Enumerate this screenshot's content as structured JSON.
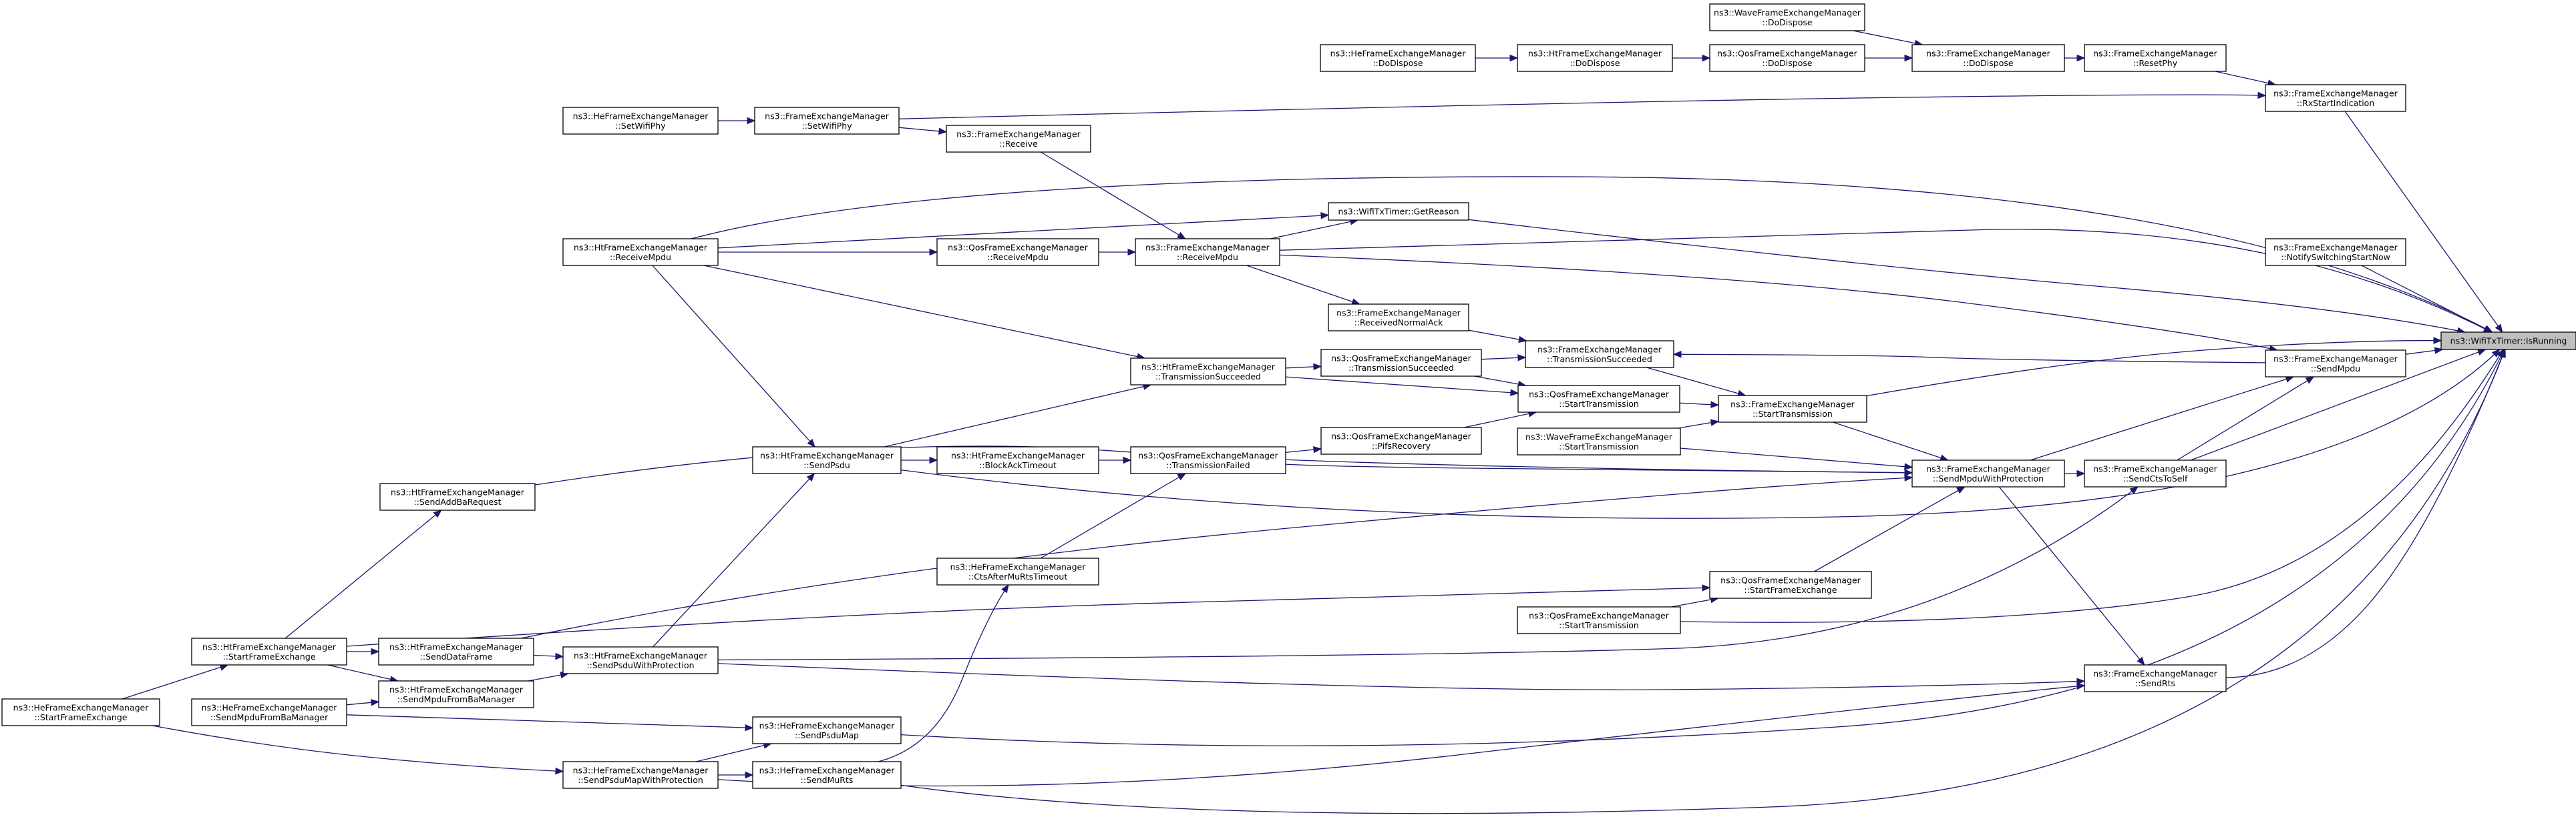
{
  "nodes": [
    {
      "id": "isrunning",
      "lines": [
        "ns3::WifiTxTimer::IsRunning"
      ],
      "root": true
    },
    {
      "id": "wave_dodispose",
      "lines": [
        "ns3::WaveFrameExchangeManager",
        "::DoDispose"
      ]
    },
    {
      "id": "he_dodispose",
      "lines": [
        "ns3::HeFrameExchangeManager",
        "::DoDispose"
      ]
    },
    {
      "id": "ht_dodispose",
      "lines": [
        "ns3::HtFrameExchangeManager",
        "::DoDispose"
      ]
    },
    {
      "id": "qos_dodispose",
      "lines": [
        "ns3::QosFrameExchangeManager",
        "::DoDispose"
      ]
    },
    {
      "id": "fem_dodispose",
      "lines": [
        "ns3::FrameExchangeManager",
        "::DoDispose"
      ]
    },
    {
      "id": "fem_resetphy",
      "lines": [
        "ns3::FrameExchangeManager",
        "::ResetPhy"
      ]
    },
    {
      "id": "fem_rxstart",
      "lines": [
        "ns3::FrameExchangeManager",
        "::RxStartIndication"
      ]
    },
    {
      "id": "he_setwifiphy",
      "lines": [
        "ns3::HeFrameExchangeManager",
        "::SetWifiPhy"
      ]
    },
    {
      "id": "fem_setwifiphy",
      "lines": [
        "ns3::FrameExchangeManager",
        "::SetWifiPhy"
      ]
    },
    {
      "id": "fem_receive",
      "lines": [
        "ns3::FrameExchangeManager",
        "::Receive"
      ]
    },
    {
      "id": "getreason",
      "lines": [
        "ns3::WifiTxTimer::GetReason"
      ]
    },
    {
      "id": "ht_receivempdu",
      "lines": [
        "ns3::HtFrameExchangeManager",
        "::ReceiveMpdu"
      ]
    },
    {
      "id": "qos_receivempdu",
      "lines": [
        "ns3::QosFrameExchangeManager",
        "::ReceiveMpdu"
      ]
    },
    {
      "id": "fem_receivempdu",
      "lines": [
        "ns3::FrameExchangeManager",
        "::ReceiveMpdu"
      ]
    },
    {
      "id": "fem_notifyswitch",
      "lines": [
        "ns3::FrameExchangeManager",
        "::NotifySwitchingStartNow"
      ]
    },
    {
      "id": "fem_rxnormalack",
      "lines": [
        "ns3::FrameExchangeManager",
        "::ReceivedNormalAck"
      ]
    },
    {
      "id": "fem_txsucceeded",
      "lines": [
        "ns3::FrameExchangeManager",
        "::TransmissionSucceeded"
      ]
    },
    {
      "id": "ht_txsucceeded",
      "lines": [
        "ns3::HtFrameExchangeManager",
        "::TransmissionSucceeded"
      ]
    },
    {
      "id": "qos_txsucceeded",
      "lines": [
        "ns3::QosFrameExchangeManager",
        "::TransmissionSucceeded"
      ]
    },
    {
      "id": "fem_sendmpdu",
      "lines": [
        "ns3::FrameExchangeManager",
        "::SendMpdu"
      ]
    },
    {
      "id": "qos_starttx1",
      "lines": [
        "ns3::QosFrameExchangeManager",
        "::StartTransmission"
      ]
    },
    {
      "id": "fem_starttx",
      "lines": [
        "ns3::FrameExchangeManager",
        "::StartTransmission"
      ]
    },
    {
      "id": "qos_pifs",
      "lines": [
        "ns3::QosFrameExchangeManager",
        "::PifsRecovery"
      ]
    },
    {
      "id": "wave_starttx",
      "lines": [
        "ns3::WaveFrameExchangeManager",
        "::StartTransmission"
      ]
    },
    {
      "id": "ht_sendpsdu",
      "lines": [
        "ns3::HtFrameExchangeManager",
        "::SendPsdu"
      ]
    },
    {
      "id": "ht_blockacktimeout",
      "lines": [
        "ns3::HtFrameExchangeManager",
        "::BlockAckTimeout"
      ]
    },
    {
      "id": "qos_txfailed",
      "lines": [
        "ns3::QosFrameExchangeManager",
        "::TransmissionFailed"
      ]
    },
    {
      "id": "fem_sendmpduwp",
      "lines": [
        "ns3::FrameExchangeManager",
        "::SendMpduWithProtection"
      ]
    },
    {
      "id": "fem_sendctstoself",
      "lines": [
        "ns3::FrameExchangeManager",
        "::SendCtsToSelf"
      ]
    },
    {
      "id": "ht_sendaddba",
      "lines": [
        "ns3::HtFrameExchangeManager",
        "::SendAddBaRequest"
      ]
    },
    {
      "id": "he_ctsaftermurts",
      "lines": [
        "ns3::HeFrameExchangeManager",
        "::CtsAfterMuRtsTimeout"
      ]
    },
    {
      "id": "qos_startfe",
      "lines": [
        "ns3::QosFrameExchangeManager",
        "::StartFrameExchange"
      ]
    },
    {
      "id": "qos_starttx2",
      "lines": [
        "ns3::QosFrameExchangeManager",
        "::StartTransmission"
      ]
    },
    {
      "id": "ht_startfe",
      "lines": [
        "ns3::HtFrameExchangeManager",
        "::StartFrameExchange"
      ]
    },
    {
      "id": "ht_senddataframe",
      "lines": [
        "ns3::HtFrameExchangeManager",
        "::SendDataFrame"
      ]
    },
    {
      "id": "ht_sendpsduwp",
      "lines": [
        "ns3::HtFrameExchangeManager",
        "::SendPsduWithProtection"
      ]
    },
    {
      "id": "ht_sendmpdufromba",
      "lines": [
        "ns3::HtFrameExchangeManager",
        "::SendMpduFromBaManager"
      ]
    },
    {
      "id": "fem_sendrts",
      "lines": [
        "ns3::FrameExchangeManager",
        "::SendRts"
      ]
    },
    {
      "id": "he_startfe",
      "lines": [
        "ns3::HeFrameExchangeManager",
        "::StartFrameExchange"
      ]
    },
    {
      "id": "he_sendmpdufromba",
      "lines": [
        "ns3::HeFrameExchangeManager",
        "::SendMpduFromBaManager"
      ]
    },
    {
      "id": "he_sendpsdumap",
      "lines": [
        "ns3::HeFrameExchangeManager",
        "::SendPsduMap"
      ]
    },
    {
      "id": "he_sendpsdumapwp",
      "lines": [
        "ns3::HeFrameExchangeManager",
        "::SendPsduMapWithProtection"
      ]
    },
    {
      "id": "he_sendmurts",
      "lines": [
        "ns3::HeFrameExchangeManager",
        "::SendMuRts"
      ]
    }
  ],
  "edges": [
    {
      "from": "wave_dodispose",
      "to": "fem_dodispose"
    },
    {
      "from": "he_dodispose",
      "to": "ht_dodispose"
    },
    {
      "from": "ht_dodispose",
      "to": "qos_dodispose"
    },
    {
      "from": "qos_dodispose",
      "to": "fem_dodispose"
    },
    {
      "from": "fem_dodispose",
      "to": "fem_resetphy"
    },
    {
      "from": "fem_resetphy",
      "to": "fem_rxstart"
    },
    {
      "from": "fem_rxstart",
      "to": "isrunning"
    },
    {
      "from": "he_setwifiphy",
      "to": "fem_setwifiphy"
    },
    {
      "from": "fem_setwifiphy",
      "to": "fem_rxstart"
    },
    {
      "from": "fem_setwifiphy",
      "to": "fem_receive"
    },
    {
      "from": "fem_receive",
      "to": "fem_receivempdu"
    },
    {
      "from": "ht_receivempdu",
      "to": "isrunning"
    },
    {
      "from": "ht_receivempdu",
      "to": "getreason"
    },
    {
      "from": "ht_receivempdu",
      "to": "qos_receivempdu"
    },
    {
      "from": "ht_receivempdu",
      "to": "ht_txsucceeded"
    },
    {
      "from": "ht_receivempdu",
      "to": "ht_sendpsdu"
    },
    {
      "from": "qos_receivempdu",
      "to": "fem_receivempdu"
    },
    {
      "from": "fem_receivempdu",
      "to": "getreason"
    },
    {
      "from": "fem_receivempdu",
      "to": "isrunning"
    },
    {
      "from": "fem_receivempdu",
      "to": "fem_sendmpdu"
    },
    {
      "from": "fem_receivempdu",
      "to": "fem_rxnormalack"
    },
    {
      "from": "getreason",
      "to": "isrunning"
    },
    {
      "from": "fem_notifyswitch",
      "to": "isrunning"
    },
    {
      "from": "fem_rxnormalack",
      "to": "fem_txsucceeded"
    },
    {
      "from": "ht_txsucceeded",
      "to": "qos_txsucceeded"
    },
    {
      "from": "ht_txsucceeded",
      "to": "qos_starttx1"
    },
    {
      "from": "qos_txsucceeded",
      "to": "fem_txsucceeded"
    },
    {
      "from": "qos_txsucceeded",
      "to": "qos_starttx1"
    },
    {
      "from": "fem_txsucceeded",
      "to": "fem_starttx"
    },
    {
      "from": "fem_sendmpdu",
      "to": "isrunning"
    },
    {
      "from": "fem_sendmpdu",
      "to": "fem_txsucceeded"
    },
    {
      "from": "qos_starttx1",
      "to": "fem_starttx"
    },
    {
      "from": "qos_pifs",
      "to": "qos_starttx1"
    },
    {
      "from": "wave_starttx",
      "to": "fem_starttx"
    },
    {
      "from": "fem_starttx",
      "to": "isrunning"
    },
    {
      "from": "fem_starttx",
      "to": "fem_sendmpduwp"
    },
    {
      "from": "ht_sendpsdu",
      "to": "isrunning"
    },
    {
      "from": "ht_sendpsdu",
      "to": "ht_txsucceeded"
    },
    {
      "from": "ht_sendpsdu",
      "to": "ht_blockacktimeout"
    },
    {
      "from": "ht_blockacktimeout",
      "to": "qos_txfailed"
    },
    {
      "from": "qos_txfailed",
      "to": "qos_pifs"
    },
    {
      "from": "qos_txfailed",
      "to": "fem_sendmpduwp"
    },
    {
      "from": "wave_starttx",
      "to": "fem_sendmpduwp"
    },
    {
      "from": "fem_sendmpduwp",
      "to": "fem_sendmpdu"
    },
    {
      "from": "fem_sendmpduwp",
      "to": "fem_sendctstoself"
    },
    {
      "from": "fem_sendmpduwp",
      "to": "fem_sendrts"
    },
    {
      "from": "fem_sendctstoself",
      "to": "fem_sendmpdu"
    },
    {
      "from": "fem_sendctstoself",
      "to": "isrunning"
    },
    {
      "from": "ht_sendaddba",
      "to": "fem_sendmpduwp"
    },
    {
      "from": "he_ctsaftermurts",
      "to": "qos_txfailed"
    },
    {
      "from": "qos_startfe",
      "to": "fem_sendmpduwp"
    },
    {
      "from": "qos_starttx2",
      "to": "qos_startfe"
    },
    {
      "from": "qos_starttx2",
      "to": "isrunning"
    },
    {
      "from": "ht_startfe",
      "to": "ht_sendaddba"
    },
    {
      "from": "ht_startfe",
      "to": "qos_startfe"
    },
    {
      "from": "ht_startfe",
      "to": "ht_senddataframe"
    },
    {
      "from": "ht_startfe",
      "to": "ht_sendmpdufromba"
    },
    {
      "from": "ht_senddataframe",
      "to": "ht_sendpsduwp"
    },
    {
      "from": "ht_senddataframe",
      "to": "fem_sendmpduwp"
    },
    {
      "from": "ht_sendmpdufromba",
      "to": "ht_sendpsduwp"
    },
    {
      "from": "ht_sendpsduwp",
      "to": "ht_sendpsdu"
    },
    {
      "from": "ht_sendpsduwp",
      "to": "fem_sendctstoself"
    },
    {
      "from": "ht_sendpsduwp",
      "to": "fem_sendrts"
    },
    {
      "from": "fem_sendrts",
      "to": "isrunning"
    },
    {
      "from": "he_startfe",
      "to": "ht_startfe"
    },
    {
      "from": "he_startfe",
      "to": "he_sendpsdumapwp"
    },
    {
      "from": "he_sendmpdufromba",
      "to": "ht_sendmpdufromba"
    },
    {
      "from": "he_sendmpdufromba",
      "to": "he_sendpsdumap"
    },
    {
      "from": "he_sendpsdumap",
      "to": "isrunning"
    },
    {
      "from": "he_sendpsdumapwp",
      "to": "he_sendpsdumap"
    },
    {
      "from": "he_sendpsdumapwp",
      "to": "he_sendmurts"
    },
    {
      "from": "he_sendpsdumapwp",
      "to": "fem_sendrts"
    },
    {
      "from": "he_sendmurts",
      "to": "he_ctsaftermurts"
    },
    {
      "from": "he_sendmurts",
      "to": "isrunning"
    }
  ]
}
